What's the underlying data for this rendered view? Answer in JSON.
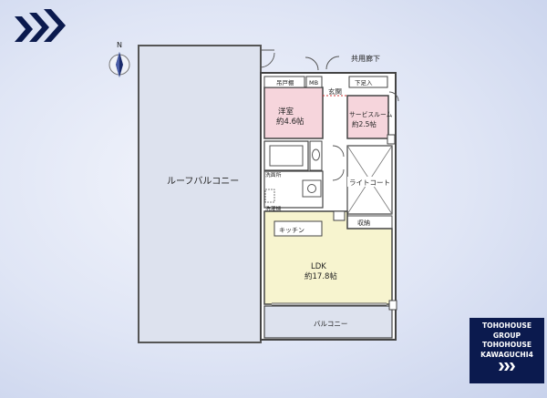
{
  "compass": {
    "north_label": "N"
  },
  "rooms": {
    "roof_balcony": "ルーフバルコニー",
    "common_corridor": "共用廊下",
    "hanging_closet": "吊戸棚",
    "mb": "MB",
    "western_room_name": "洋室",
    "western_room_size": "約4.6帖",
    "entrance": "玄関",
    "shoe_box": "下足入",
    "service_room_name": "サービスルーム",
    "service_room_size": "約2.5帖",
    "washroom": "洗面所",
    "washer_space": "洗濯機",
    "light_court": "ライトコート",
    "storage": "収納",
    "kitchen": "キッチン",
    "ldk_name": "LDK",
    "ldk_size": "約17.8帖",
    "balcony": "バルコニー"
  },
  "brand": {
    "line1": "TOHOHOUSE",
    "line2": "GROUP",
    "line3": "TOHOHOUSE",
    "line4": "KAWAGUCHI4"
  },
  "colors": {
    "background": "#dfe5f5",
    "western_room": "#f6d5dc",
    "service_room": "#f6d5dc",
    "ldk": "#f7f4cf",
    "wall": "#444444",
    "brand_panel": "#0b1a4e"
  }
}
